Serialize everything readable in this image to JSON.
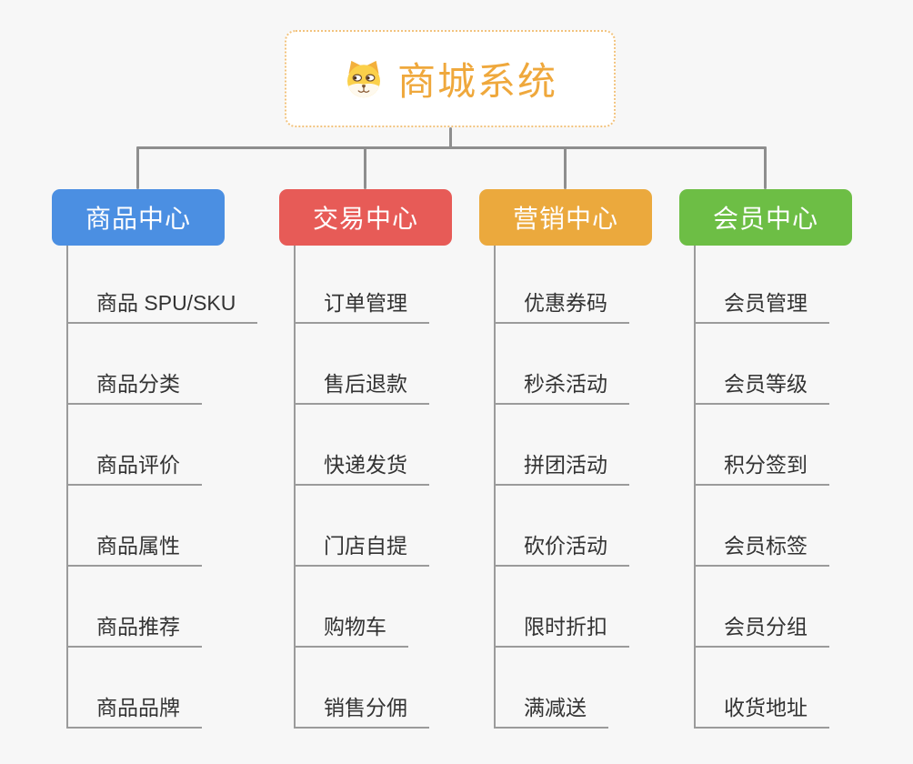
{
  "root": {
    "title": "商城系统",
    "icon": "dog-face-icon",
    "accent_color": "#EFA83C",
    "border_color": "#F2C37E"
  },
  "connector_color": "#8E8E8E",
  "branch_line_color": "#9B9B9B",
  "branches": [
    {
      "id": "product-center",
      "label": "商品中心",
      "color": "#4B8FE2",
      "children": [
        "商品 SPU/SKU",
        "商品分类",
        "商品评价",
        "商品属性",
        "商品推荐",
        "商品品牌"
      ]
    },
    {
      "id": "trade-center",
      "label": "交易中心",
      "color": "#E75B57",
      "children": [
        "订单管理",
        "售后退款",
        "快递发货",
        "门店自提",
        "购物车",
        "销售分佣"
      ]
    },
    {
      "id": "marketing-center",
      "label": "营销中心",
      "color": "#EBA93D",
      "children": [
        "优惠券码",
        "秒杀活动",
        "拼团活动",
        "砍价活动",
        "限时折扣",
        "满减送"
      ]
    },
    {
      "id": "member-center",
      "label": "会员中心",
      "color": "#6DBE45",
      "children": [
        "会员管理",
        "会员等级",
        "积分签到",
        "会员标签",
        "会员分组",
        "收货地址"
      ]
    }
  ]
}
